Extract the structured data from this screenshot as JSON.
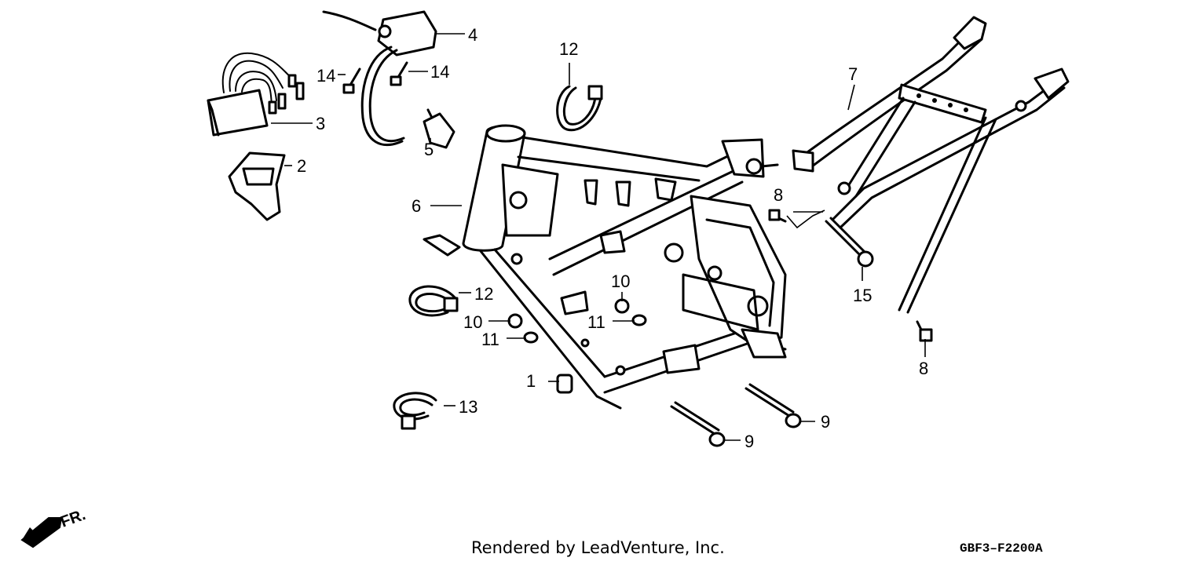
{
  "diagram": {
    "callouts": [
      {
        "id": "c1",
        "label": "1"
      },
      {
        "id": "c2",
        "label": "2"
      },
      {
        "id": "c3",
        "label": "3"
      },
      {
        "id": "c4",
        "label": "4"
      },
      {
        "id": "c5",
        "label": "5"
      },
      {
        "id": "c6",
        "label": "6"
      },
      {
        "id": "c7",
        "label": "7"
      },
      {
        "id": "c8a",
        "label": "8"
      },
      {
        "id": "c8b",
        "label": "8"
      },
      {
        "id": "c9a",
        "label": "9"
      },
      {
        "id": "c9b",
        "label": "9"
      },
      {
        "id": "c10a",
        "label": "10"
      },
      {
        "id": "c10b",
        "label": "10"
      },
      {
        "id": "c11a",
        "label": "11"
      },
      {
        "id": "c11b",
        "label": "11"
      },
      {
        "id": "c12a",
        "label": "12"
      },
      {
        "id": "c12b",
        "label": "12"
      },
      {
        "id": "c13",
        "label": "13"
      },
      {
        "id": "c14a",
        "label": "14"
      },
      {
        "id": "c14b",
        "label": "14"
      },
      {
        "id": "c15",
        "label": "15"
      }
    ],
    "direction_label": "FR.",
    "credit": "Rendered by LeadVenture, Inc.",
    "diagram_code": "GBF3–F2200A"
  }
}
